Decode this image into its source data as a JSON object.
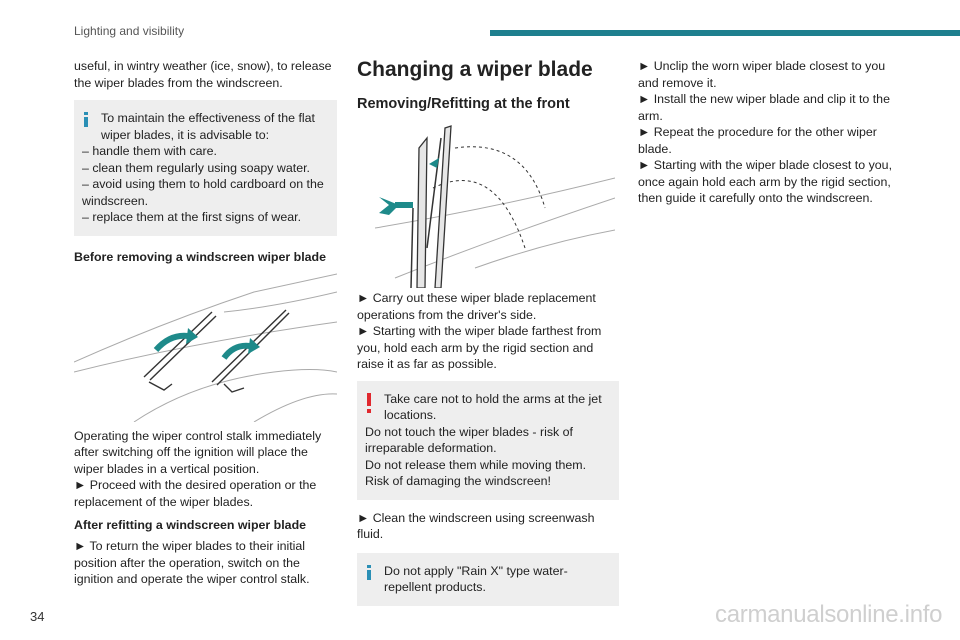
{
  "header": {
    "section": "Lighting and visibility"
  },
  "col1": {
    "intro": "useful, in wintry weather (ice, snow), to release the wiper blades from the windscreen.",
    "info_box": {
      "lead": "To maintain the effectiveness of the flat wiper blades, it is advisable to:",
      "items": [
        "– handle them with care.",
        "– clean them regularly using soapy water.",
        "– avoid using them to hold cardboard on the windscreen.",
        "– replace them at the first signs of wear."
      ]
    },
    "heading_before": "Before removing a windscreen wiper blade",
    "para_operating": "Operating the wiper control stalk immediately after switching off the ignition will place the wiper blades in a vertical position.",
    "step_proceed": "► Proceed with the desired operation or the replacement of the wiper blades.",
    "heading_after": "After refitting a windscreen wiper blade",
    "step_return": "► To return the wiper blades to their initial position after the operation, switch on the ignition and operate the wiper control stalk."
  },
  "col2": {
    "title": "Changing a wiper blade",
    "subtitle": "Removing/Refitting at the front",
    "step_carry": "► Carry out these wiper blade replacement operations from the driver's side.",
    "step_starting": "► Starting with the wiper blade farthest from you, hold each arm by the rigid section and raise it as far as possible.",
    "warning_box": {
      "lead": "Take care not to hold the arms at the jet locations.",
      "line2": "Do not touch the wiper blades - risk of irreparable deformation.",
      "line3": "Do not release them while moving them. Risk of damaging the windscreen!"
    },
    "step_clean": "► Clean the windscreen using screenwash fluid.",
    "info_box2": "Do not apply \"Rain X\" type water-repellent products."
  },
  "col3": {
    "steps": [
      "► Unclip the worn wiper blade closest to you and remove it.",
      "► Install the new wiper blade and clip it to the arm.",
      "► Repeat the procedure for the other wiper blade.",
      "► Starting with the wiper blade closest to you, once again hold each arm by the rigid section, then guide it carefully onto the windscreen."
    ]
  },
  "footer": {
    "page_number": "34",
    "watermark": "carmanualsonline.info"
  },
  "colors": {
    "accent": "#1e7f8e",
    "info_icon": "#2a8fb5",
    "warning_icon": "#e0282e",
    "box_bg": "#eeeeee"
  }
}
